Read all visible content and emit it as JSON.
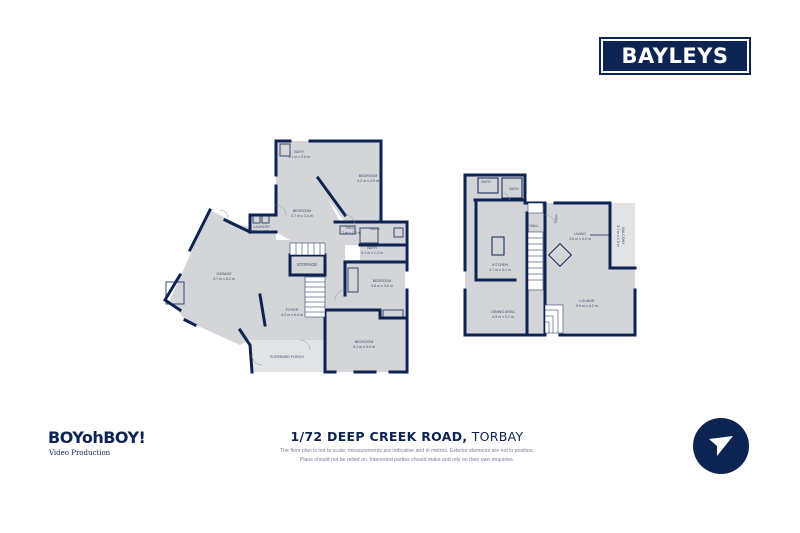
{
  "brand": {
    "agency_logo": "BAYLEYS",
    "producer_logo": "BOYohBOY!",
    "producer_tagline": "Video Production",
    "colors": {
      "navy": "#0d2352",
      "room_fill": "#d4d5d8",
      "background": "#ffffff"
    }
  },
  "listing": {
    "address_main": "1/72 DEEP CREEK ROAD,",
    "address_suburb": "TORBAY",
    "disclaimer_line1": "The floor plan is not to scale; measurements are indicative and in metres. Exterior elements are not in position.",
    "disclaimer_line2": "Plans should not be relied on. Interested parties should make and rely on their own enquiries."
  },
  "floor_plans": {
    "lower": {
      "rooms": [
        {
          "name": "BATH",
          "size": "3.1 m x 3.0 m"
        },
        {
          "name": "BEDROOM",
          "size": "4.2 m x 4.9 m"
        },
        {
          "name": "BEDROOM",
          "size": "3.7 m x 3.4 m"
        },
        {
          "name": "LAUNDRY",
          "size": "2.1 m x 1.7 m"
        },
        {
          "name": "HALL",
          "size": "1.7 m x 1.8 m"
        },
        {
          "name": "BATH",
          "size": ""
        },
        {
          "name": "BATH",
          "size": "3.1 m x 1.2 m"
        },
        {
          "name": "GARAGE",
          "size": "5.7 m x 6.2 m"
        },
        {
          "name": "STORAGE",
          "size": ""
        },
        {
          "name": "BEDROOM",
          "size": "4.8 m x 3.6 m"
        },
        {
          "name": "FOYER",
          "size": "4.2 m x 6.4 m"
        },
        {
          "name": "BEDROOM",
          "size": "5.1 m x 3.9 m"
        },
        {
          "name": "SCREENED PORCH",
          "size": ""
        },
        {
          "name": "HALL",
          "size": ""
        }
      ]
    },
    "upper": {
      "rooms": [
        {
          "name": "BATH",
          "size": ""
        },
        {
          "name": "BATH",
          "size": ""
        },
        {
          "name": "HALL",
          "size": ""
        },
        {
          "name": "KITCHEN",
          "size": "4.7 m x 5.1 m"
        },
        {
          "name": "DINING AREA",
          "size": "4.9 m x 3.1 m"
        },
        {
          "name": "LIVING",
          "size": "3.6 m x 4.0 m"
        },
        {
          "name": "LOUNGE",
          "size": "5.9 m x 4.2 m"
        },
        {
          "name": "BALCONY",
          "size": "3.7 m x 1.5 m"
        },
        {
          "name": "HALL",
          "size": ""
        }
      ]
    }
  },
  "icons": {
    "navigation": "navigation-arrow-icon"
  }
}
